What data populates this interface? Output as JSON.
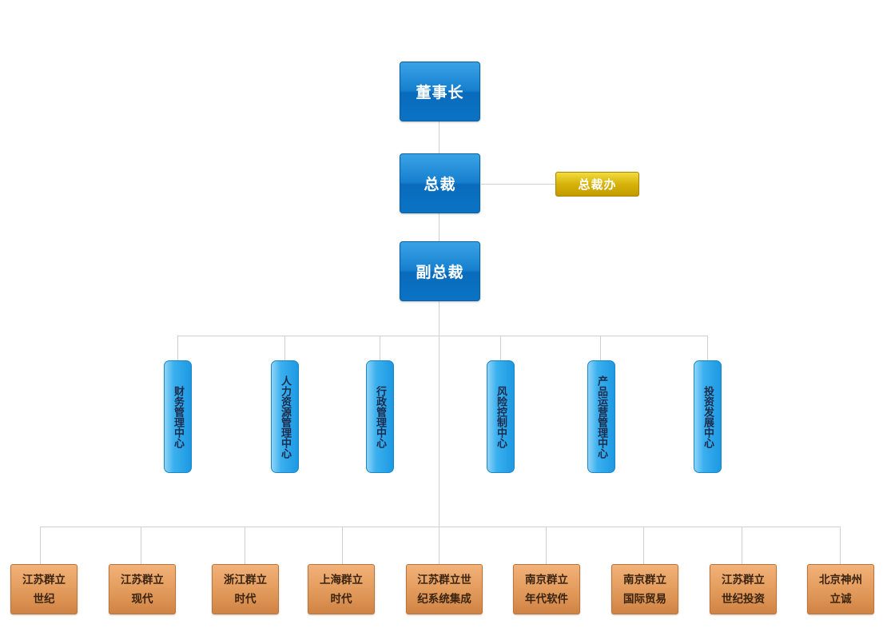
{
  "executives": {
    "chairman": "董事长",
    "president": "总裁",
    "vice_president": "副总裁"
  },
  "president_office": "总裁办",
  "centers": [
    "财务管理中心",
    "人力资源管理中心",
    "行政管理中心",
    "风险控制中心",
    "产品运营管理中心",
    "投资发展中心"
  ],
  "subsidiaries": [
    "江苏群立\n世纪",
    "江苏群立\n现代",
    "浙江群立\n时代",
    "上海群立\n时代",
    "江苏群立世\n纪系统集成",
    "南京群立\n年代软件",
    "南京群立\n国际贸易",
    "江苏群立\n世纪投资",
    "北京神州\n立诚"
  ]
}
